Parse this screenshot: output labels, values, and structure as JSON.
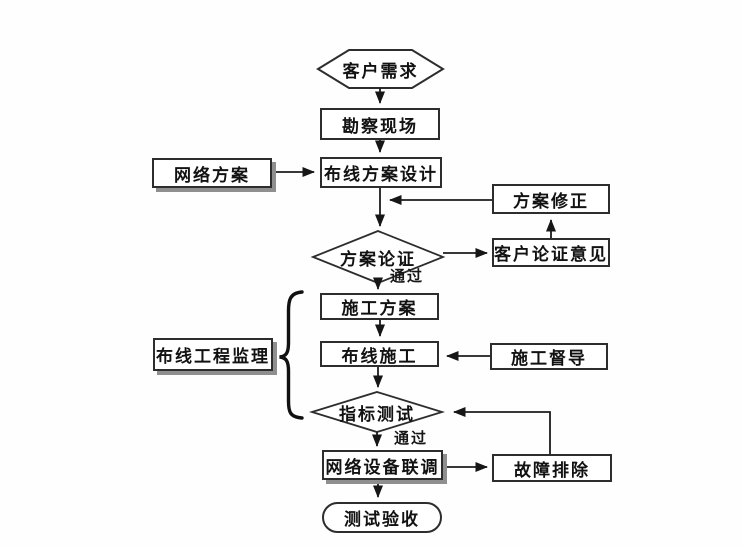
{
  "flowchart": {
    "nodes": {
      "customer_demand": "客户需求",
      "site_survey": "勘察现场",
      "cabling_design": "布线方案设计",
      "network_plan": "网络方案",
      "plan_revision": "方案修正",
      "plan_review": "方案论证",
      "customer_review_opinion": "客户论证意见",
      "construction_plan": "施工方案",
      "cabling_construction": "布线施工",
      "construction_supervision": "施工督导",
      "cabling_project_supervision": "布线工程监理",
      "index_test": "指标测试",
      "equipment_joint_debugging": "网络设备联调",
      "troubleshooting": "故障排除",
      "test_acceptance": "测试验收"
    },
    "edge_labels": {
      "pass_review": "通过",
      "pass_test": "通过"
    },
    "colors": {
      "background": "#fefefe",
      "line_stroke": "#1c1c1c",
      "box_border": "#2d2d2d",
      "box_shadow": "#8f8f8f",
      "text": "#121212"
    }
  }
}
